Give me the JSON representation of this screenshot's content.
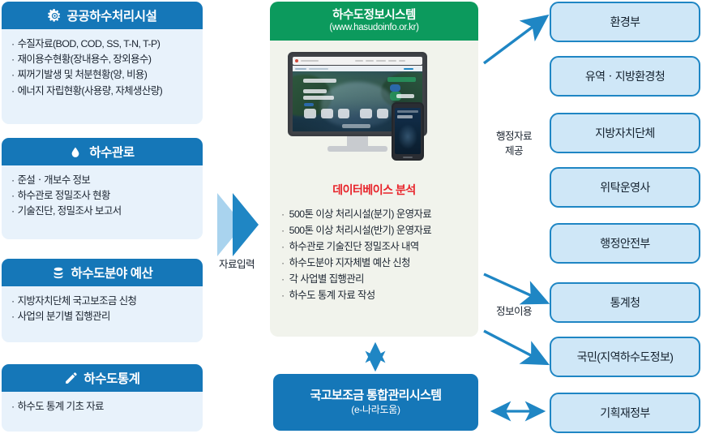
{
  "left_panels": [
    {
      "icon": "gear-icon",
      "title": "공공하수처리시설",
      "items": [
        "수질자료(BOD, COD, SS, T-N, T-P)",
        "재이용수현황(장내용수, 장외용수)",
        "찌꺼기발생 및 처분현황(양, 비용)",
        "에너지 자립현황(사용량, 자체생산량)"
      ]
    },
    {
      "icon": "water-drop-icon",
      "title": "하수관로",
      "items": [
        "준설ㆍ개보수 정보",
        "하수관로 정밀조사 현황",
        "기술진단, 정밀조사 보고서"
      ]
    },
    {
      "icon": "database-icon",
      "title": "하수도분야 예산",
      "items": [
        "지방자치단체 국고보조금 신청",
        "사업의 분기별 집행관리"
      ]
    },
    {
      "icon": "pencil-icon",
      "title": "하수도통계",
      "items": [
        "하수도 통계 기초 자료"
      ]
    }
  ],
  "center": {
    "header_title": "하수도정보시스템",
    "header_url": "(www.hasudoinfo.or.kr)",
    "db_title": "데이터베이스 분석",
    "items": [
      "500톤 이상 처리시설(분기) 운영자료",
      "500톤 이상 처리시설(반기) 운영자료",
      "하수관로 기술진단 정밀조사 내역",
      "하수도분야 지자체별 예산 신청",
      "각 사업별 집행관리",
      "하수도 통계 자료 작성"
    ],
    "bullet": "·"
  },
  "bottom_box": {
    "title": "국고보조금 통합관리시스템",
    "subtitle": "(e-나라도움)"
  },
  "right_boxes": [
    "환경부",
    "유역ㆍ지방환경청",
    "지방자치단체",
    "위탁운영사",
    "행정안전부",
    "통계청",
    "국민(지역하수도정보)",
    "기획재정부"
  ],
  "arrow_labels": {
    "input": "자료입력",
    "admin_data_line1": "행정자료",
    "admin_data_line2": "제공",
    "info_use": "정보이용"
  },
  "colors": {
    "panel_header_blue": "#1577b8",
    "panel_body_blue": "#e8f2fb",
    "center_green": "#0c9a5d",
    "center_body": "#f1f3ec",
    "right_box_fill": "#cfe7f7",
    "right_box_border": "#1f86c4",
    "arrow_blue": "#1f86c4",
    "db_title_red": "#e8232a"
  }
}
